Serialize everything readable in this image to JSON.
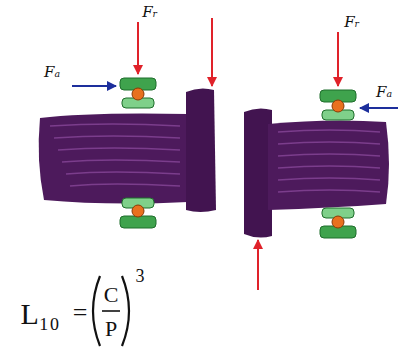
{
  "diagram": {
    "labels": [
      "Fᵣ",
      "Fₐ",
      "Fᵣ",
      "Fₐ",
      "L₁₀",
      "=",
      "C",
      "P",
      "3"
    ]
  }
}
